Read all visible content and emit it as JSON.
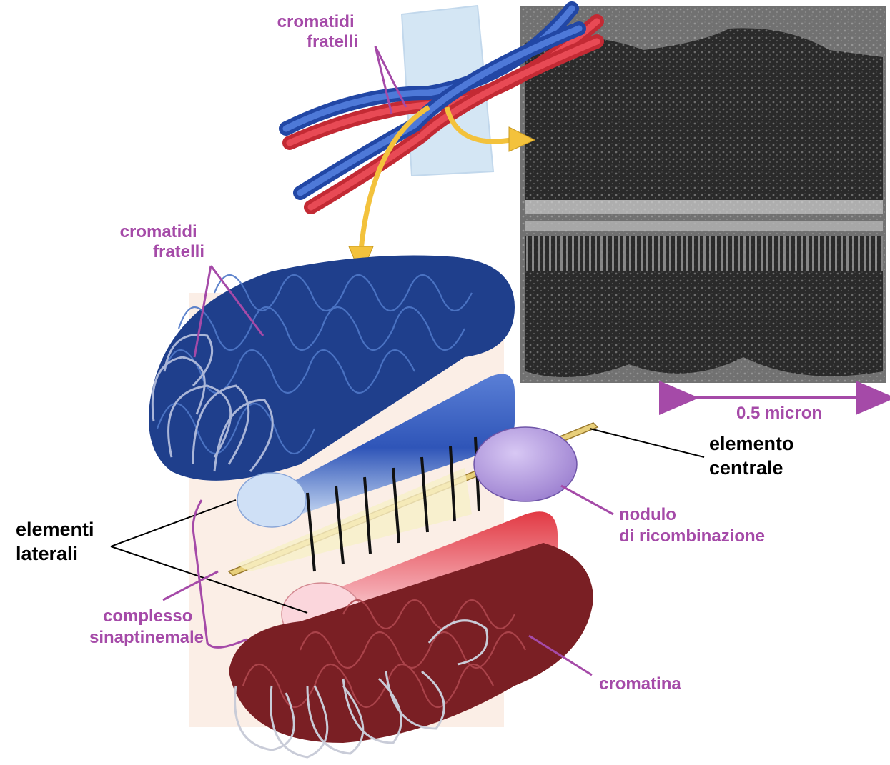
{
  "labels": {
    "sister_chromatids_top": [
      "cromatidi",
      "fratelli"
    ],
    "sister_chromatids_mid": [
      "cromatidi",
      "fratelli"
    ],
    "scale": "0.5 micron",
    "central_element": [
      "elemento",
      "centrale"
    ],
    "recombination_nodule": [
      "nodulo",
      "di ricombinazione"
    ],
    "lateral_elements": [
      "elementi",
      "laterali"
    ],
    "synaptonemal_complex": [
      "complesso",
      "sinaptinemale"
    ],
    "chromatin": "cromatina"
  },
  "colors": {
    "label_purple": "#a54aa8",
    "label_black": "#000000",
    "arrow_yellow": "#f3c23c",
    "chromatid_blue": "#2f55b8",
    "chromatid_red": "#d8303c",
    "chromatin_red": "#8b2a2f",
    "nodule_lavender": "#b8a0e0"
  },
  "icons": {
    "micrograph": "electron-micrograph-image",
    "plane": "section-plane",
    "chromosomes": "crossing-chromatids"
  }
}
